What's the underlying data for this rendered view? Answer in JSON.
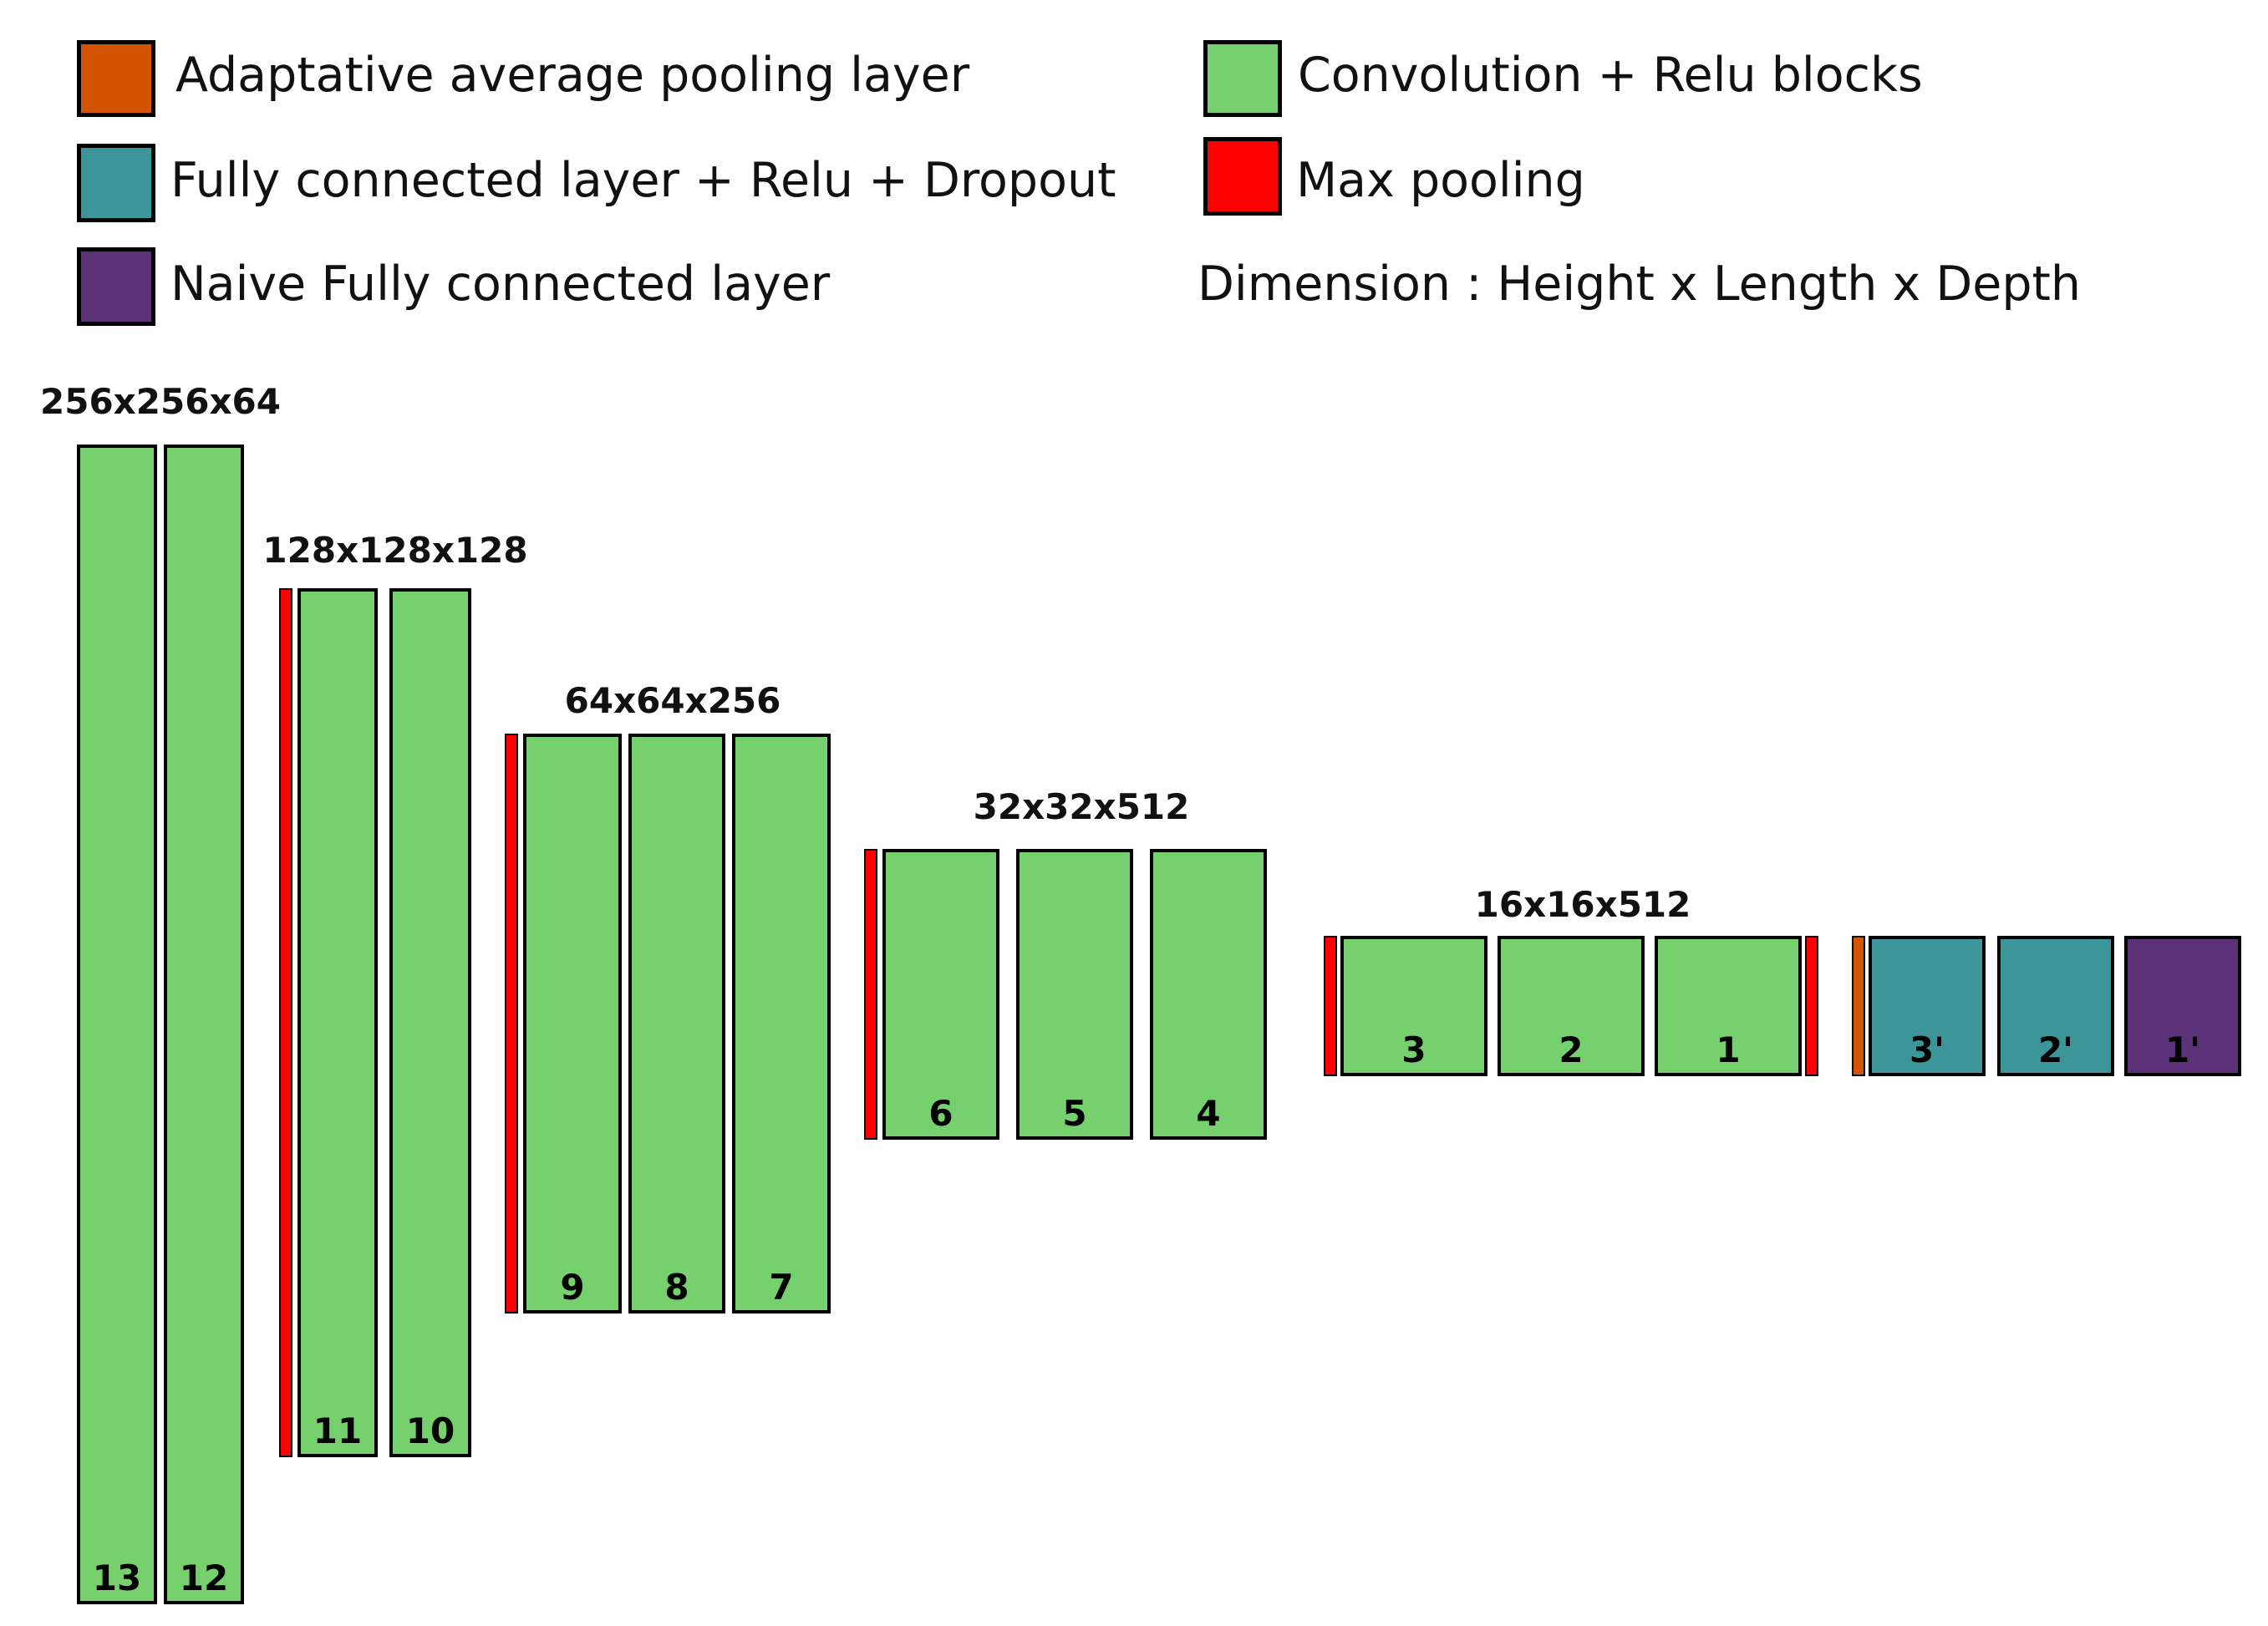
{
  "colors": {
    "adaptive_avg_pool": "#d35400",
    "conv_relu": "#77d06e",
    "fc_relu_dropout": "#3b9599",
    "max_pool": "#ff0000",
    "naive_fc": "#5b3278"
  },
  "legend": [
    {
      "key": "adaptive_avg_pool",
      "label": "Adaptative average pooling layer"
    },
    {
      "key": "conv_relu",
      "label": "Convolution + Relu blocks"
    },
    {
      "key": "fc_relu_dropout",
      "label": "Fully connected layer + Relu + Dropout"
    },
    {
      "key": "max_pool",
      "label": "Max pooling"
    },
    {
      "key": "naive_fc",
      "label": "Naive Fully connected layer"
    }
  ],
  "dimension_note": "Dimension : Height x Length x Depth",
  "stages": [
    {
      "dimension": "256x256x64",
      "leading_pool": null,
      "blocks": [
        {
          "label": "13",
          "type": "conv_relu"
        },
        {
          "label": "12",
          "type": "conv_relu"
        }
      ]
    },
    {
      "dimension": "128x128x128",
      "leading_pool": "max_pool",
      "blocks": [
        {
          "label": "11",
          "type": "conv_relu"
        },
        {
          "label": "10",
          "type": "conv_relu"
        }
      ]
    },
    {
      "dimension": "64x64x256",
      "leading_pool": "max_pool",
      "blocks": [
        {
          "label": "9",
          "type": "conv_relu"
        },
        {
          "label": "8",
          "type": "conv_relu"
        },
        {
          "label": "7",
          "type": "conv_relu"
        }
      ]
    },
    {
      "dimension": "32x32x512",
      "leading_pool": "max_pool",
      "blocks": [
        {
          "label": "6",
          "type": "conv_relu"
        },
        {
          "label": "5",
          "type": "conv_relu"
        },
        {
          "label": "4",
          "type": "conv_relu"
        }
      ]
    },
    {
      "dimension": "16x16x512",
      "leading_pool": "max_pool",
      "trailing_pool": "max_pool",
      "blocks": [
        {
          "label": "3",
          "type": "conv_relu"
        },
        {
          "label": "2",
          "type": "conv_relu"
        },
        {
          "label": "1",
          "type": "conv_relu"
        }
      ]
    },
    {
      "dimension": "",
      "leading_pool": "adaptive_avg_pool",
      "blocks": [
        {
          "label": "3'",
          "type": "fc_relu_dropout"
        },
        {
          "label": "2'",
          "type": "fc_relu_dropout"
        },
        {
          "label": "1'",
          "type": "naive_fc"
        }
      ]
    }
  ]
}
